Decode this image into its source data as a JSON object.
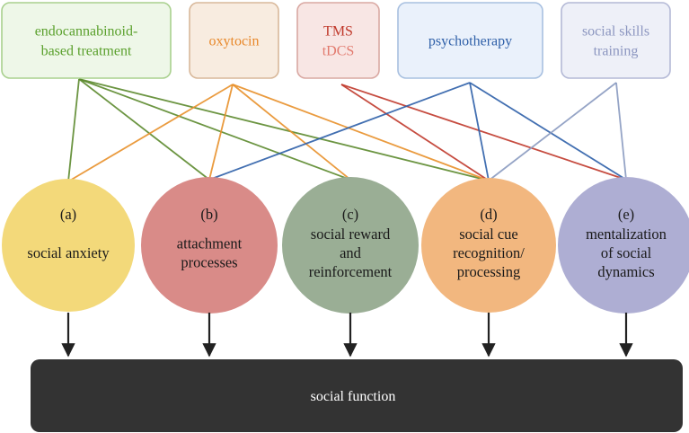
{
  "treatments": [
    {
      "id": "endo",
      "lines": [
        "endocannabinoid-",
        "based treatment"
      ],
      "text_color": "#5aa02c",
      "fill": "#eef7e8",
      "stroke": "#a9d08e",
      "link_color": "#5c8a2e"
    },
    {
      "id": "oxy",
      "lines": [
        "oxytocin"
      ],
      "text_color": "#e8882a",
      "fill": "#f8ece0",
      "stroke": "#d8b89a",
      "link_color": "#e8902a"
    },
    {
      "id": "tms",
      "lines": [
        "TMS",
        "tDCS"
      ],
      "line_colors": [
        "#c0392b",
        "#e27a6e"
      ],
      "text_color": "#c0392b",
      "fill": "#f8e6e4",
      "stroke": "#d9a8a2",
      "link_color": "#c0392b"
    },
    {
      "id": "psy",
      "lines": [
        "psychotherapy"
      ],
      "text_color": "#2e5fa8",
      "fill": "#eaf1fb",
      "stroke": "#a8c0e0",
      "link_color": "#2e5fa8"
    },
    {
      "id": "ssk",
      "lines": [
        "social skills",
        "training"
      ],
      "text_color": "#8c96c0",
      "fill": "#eef0f8",
      "stroke": "#b4b9d6",
      "link_color": "#8a9ac0"
    }
  ],
  "processes": [
    {
      "id": "a",
      "letter": "(a)",
      "lines": [
        "social anxiety"
      ],
      "fill": "#f3d97a"
    },
    {
      "id": "b",
      "letter": "(b)",
      "lines": [
        "attachment",
        "processes"
      ],
      "fill": "#d98b88"
    },
    {
      "id": "c",
      "letter": "(c)",
      "lines": [
        "social reward",
        "and",
        "reinforcement"
      ],
      "fill": "#9aae95"
    },
    {
      "id": "d",
      "letter": "(d)",
      "lines": [
        "social cue",
        "recognition/",
        "processing"
      ],
      "fill": "#f2b77f"
    },
    {
      "id": "e",
      "letter": "(e)",
      "lines": [
        "mentalization",
        "of social",
        "dynamics"
      ],
      "fill": "#aeaed3"
    }
  ],
  "links": [
    [
      "endo",
      "a"
    ],
    [
      "endo",
      "b"
    ],
    [
      "endo",
      "c"
    ],
    [
      "endo",
      "d"
    ],
    [
      "oxy",
      "a"
    ],
    [
      "oxy",
      "b"
    ],
    [
      "oxy",
      "c"
    ],
    [
      "oxy",
      "d"
    ],
    [
      "tms",
      "d"
    ],
    [
      "tms",
      "e"
    ],
    [
      "psy",
      "b"
    ],
    [
      "psy",
      "d"
    ],
    [
      "psy",
      "e"
    ],
    [
      "ssk",
      "d"
    ],
    [
      "ssk",
      "e"
    ]
  ],
  "outcome": {
    "label": "social function",
    "fill": "#333333"
  }
}
